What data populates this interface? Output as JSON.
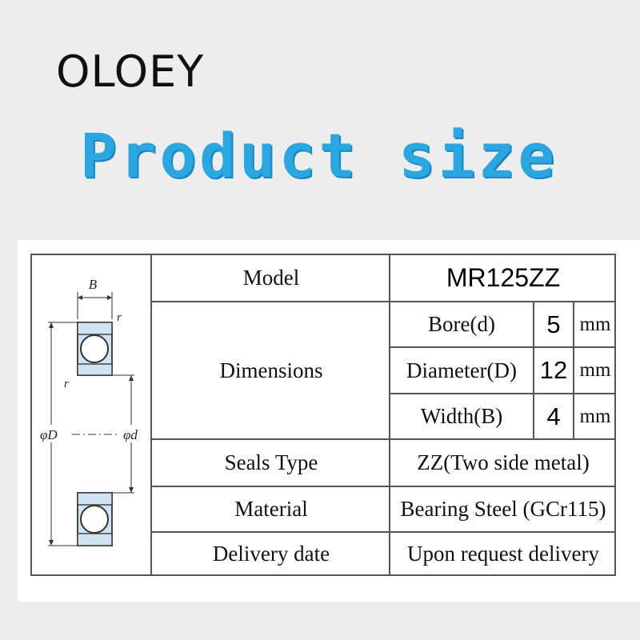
{
  "brand": {
    "name": "OLOEY"
  },
  "headline": "Product size",
  "drawing": {
    "label_width": "B",
    "label_radius": "r",
    "label_outer_diameter": "φD",
    "label_bore": "φd"
  },
  "table": {
    "model_label": "Model",
    "model_value": "MR125ZZ",
    "dimensions_label": "Dimensions",
    "dimensions": [
      {
        "label": "Bore(d)",
        "value": "5",
        "unit": "mm"
      },
      {
        "label": "Diameter(D)",
        "value": "12",
        "unit": "mm"
      },
      {
        "label": "Width(B)",
        "value": "4",
        "unit": "mm"
      }
    ],
    "seals_label": "Seals Type",
    "seals_value": "ZZ(Two side metal)",
    "material_label": "Material",
    "material_value": "Bearing Steel (GCr115)",
    "delivery_label": "Delivery date",
    "delivery_value": "Upon request delivery"
  },
  "colors": {
    "headline": "#2aa6e0",
    "bearing_ring_fill": "#cfe3f4",
    "border": "#555555"
  }
}
